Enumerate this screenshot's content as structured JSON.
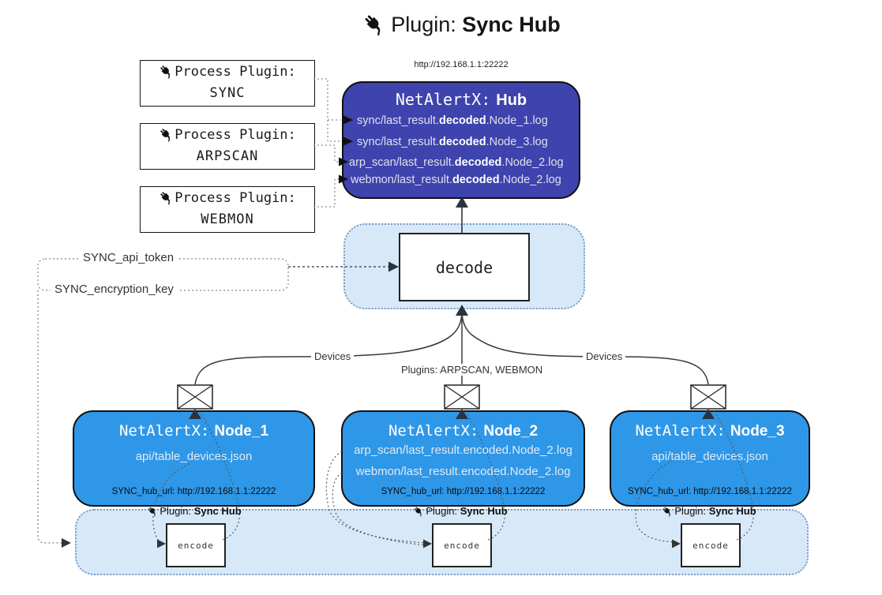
{
  "title": {
    "label": "Plugin:",
    "name": "Sync Hub"
  },
  "process_plugins": [
    {
      "label": "Process Plugin:",
      "name": "SYNC"
    },
    {
      "label": "Process Plugin:",
      "name": "ARPSCAN"
    },
    {
      "label": "Process Plugin:",
      "name": "WEBMON"
    }
  ],
  "hub": {
    "url": "http://192.168.1.1:22222",
    "prefix": "NetAlertX:",
    "name": "Hub",
    "logs": [
      {
        "pre": "sync/last_result.",
        "bold": "decoded",
        "post": ".Node_1.log"
      },
      {
        "pre": "sync/last_result.",
        "bold": "decoded",
        "post": ".Node_3.log"
      },
      {
        "pre": "arp_scan/last_result.",
        "bold": "decoded",
        "post": ".Node_2.log"
      },
      {
        "pre": "webmon/last_result.",
        "bold": "decoded",
        "post": ".Node_2.log"
      }
    ]
  },
  "decode": {
    "label": "decode"
  },
  "settings": {
    "api_token": "SYNC_api_token",
    "encryption_key": "SYNC_encryption_key"
  },
  "edges": {
    "devices_left": "Devices",
    "devices_right": "Devices",
    "plugins_middle": "Plugins: ARPSCAN, WEBMON"
  },
  "nodes": [
    {
      "prefix": "NetAlertX:",
      "name": "Node_1",
      "files": [
        "api/table_devices.json"
      ],
      "hub_url": "SYNC_hub_url: http://192.168.1.1:22222"
    },
    {
      "prefix": "NetAlertX:",
      "name": "Node_2",
      "files": [
        "arp_scan/last_result.encoded.Node_2.log",
        "webmon/last_result.encoded.Node_2.log"
      ],
      "hub_url": "SYNC_hub_url: http://192.168.1.1:22222"
    },
    {
      "prefix": "NetAlertX:",
      "name": "Node_3",
      "files": [
        "api/table_devices.json"
      ],
      "hub_url": "SYNC_hub_url: http://192.168.1.1:22222"
    }
  ],
  "encode": {
    "label": "encode",
    "badge_label": "Plugin:",
    "badge_name": "Sync Hub"
  },
  "colors": {
    "hub_bg": "#3e43ad",
    "node_bg": "#2e97e8",
    "panel_bg": "#d7e8f9",
    "panel_border": "#7d9cc0"
  }
}
